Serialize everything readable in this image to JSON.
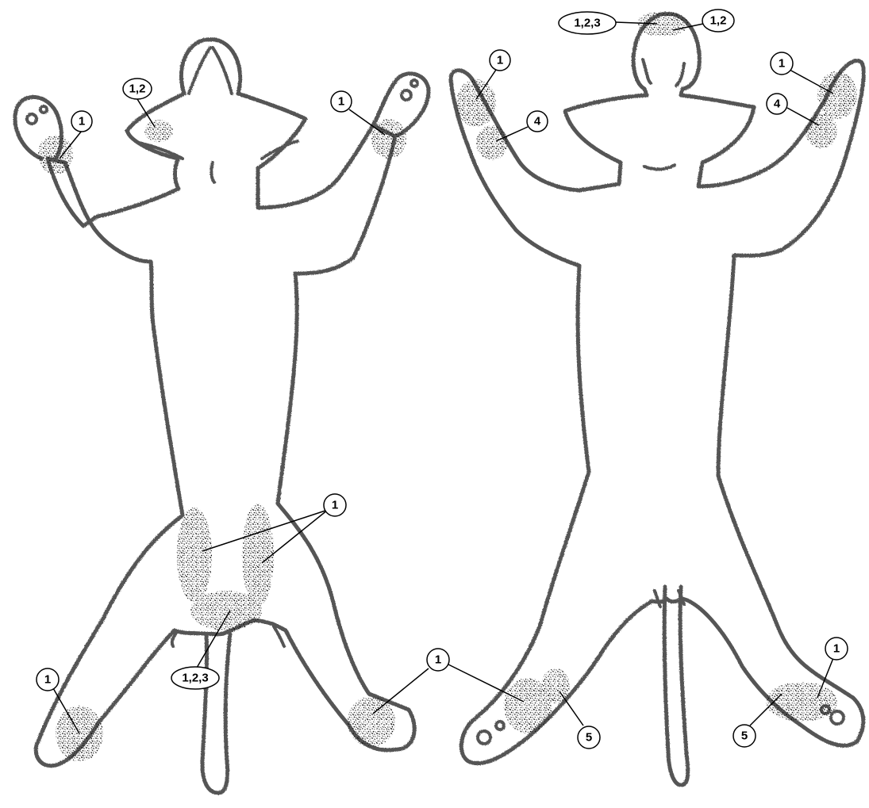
{
  "colors": {
    "outline": "#555555",
    "lesion": "#1a1a1a",
    "callout": "#000000",
    "background": "#ffffff"
  },
  "views": [
    {
      "name": "dorsal-view"
    },
    {
      "name": "ventral-view"
    }
  ],
  "callouts": [
    {
      "id": "dorsal-ear-left",
      "label": "1,2"
    },
    {
      "id": "dorsal-forepaw-left",
      "label": "1"
    },
    {
      "id": "dorsal-forepaw-right",
      "label": "1"
    },
    {
      "id": "dorsal-perianal",
      "label": "1"
    },
    {
      "id": "dorsal-perianal-tail",
      "label": "1,2,3"
    },
    {
      "id": "dorsal-hindpaw-left",
      "label": "1"
    },
    {
      "id": "dorsal-hindpaw-right",
      "label": "1"
    },
    {
      "id": "ventral-nose-left",
      "label": "1,2,3"
    },
    {
      "id": "ventral-nose-right",
      "label": "1,2"
    },
    {
      "id": "ventral-forepaw-left-1",
      "label": "1"
    },
    {
      "id": "ventral-forepaw-left-4",
      "label": "4"
    },
    {
      "id": "ventral-forepaw-right-1",
      "label": "1"
    },
    {
      "id": "ventral-forepaw-right-4",
      "label": "4"
    },
    {
      "id": "ventral-hindpaw-left-5",
      "label": "5"
    },
    {
      "id": "ventral-hindpaw-right-1",
      "label": "1"
    },
    {
      "id": "ventral-hindpaw-right-5",
      "label": "5"
    }
  ]
}
